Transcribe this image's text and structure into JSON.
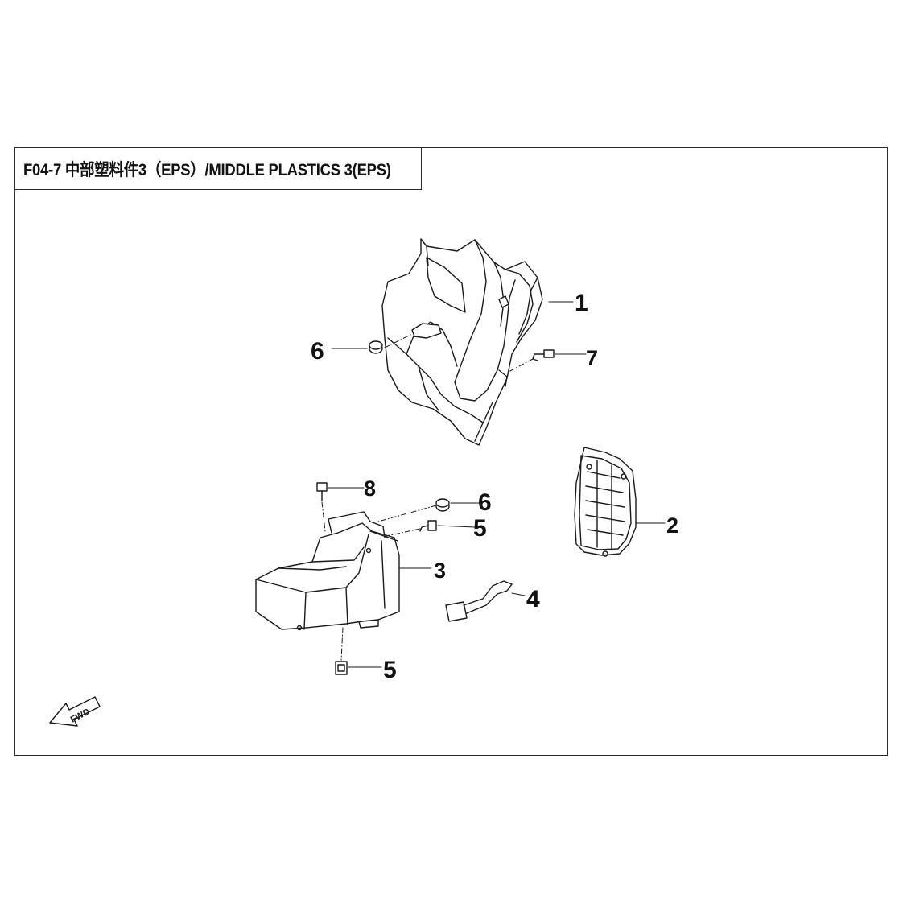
{
  "title": "F04-7 中部塑料件3（EPS）/MIDDLE PLASTICS 3(EPS)",
  "callouts": [
    {
      "id": "p1",
      "label": "1"
    },
    {
      "id": "p2",
      "label": "2"
    },
    {
      "id": "p3",
      "label": "3"
    },
    {
      "id": "p4",
      "label": "4"
    },
    {
      "id": "p5a",
      "label": "5"
    },
    {
      "id": "p5b",
      "label": "5"
    },
    {
      "id": "p6a",
      "label": "6"
    },
    {
      "id": "p6b",
      "label": "6"
    },
    {
      "id": "p7",
      "label": "7"
    },
    {
      "id": "p8",
      "label": "8"
    }
  ],
  "fwd_label": "FWD",
  "colors": {
    "line": "#1a1a1a",
    "fill": "#ffffff"
  }
}
